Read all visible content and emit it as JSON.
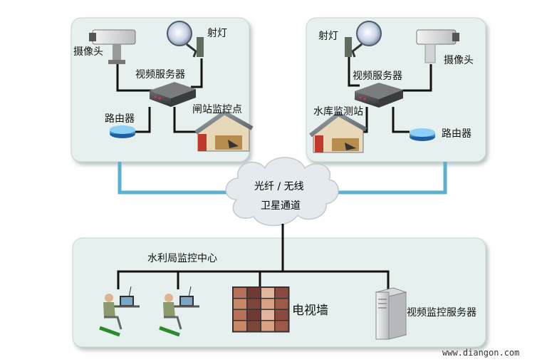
{
  "labels": {
    "left_camera": "摄像头",
    "left_spotlight": "射灯",
    "left_video_server": "视频服务器",
    "left_router": "路由器",
    "left_gate_station": "闸站监控点",
    "right_spotlight": "射灯",
    "right_camera": "摄像头",
    "right_video_server": "视频服务器",
    "right_reservoir_station": "水库监测站",
    "right_router": "路由器",
    "cloud_line1": "光纤 / 无线",
    "cloud_line2": "卫星通道",
    "center_title": "水利局监控中心",
    "tv_wall": "电视墙",
    "monitor_server": "视频监控服务器"
  },
  "watermark": "www.diangon.com",
  "colors": {
    "panel_fill": "#e6f1ef",
    "link_line": "#5bb0cf",
    "wire": "#111111",
    "cloud": "#e4eaee"
  }
}
